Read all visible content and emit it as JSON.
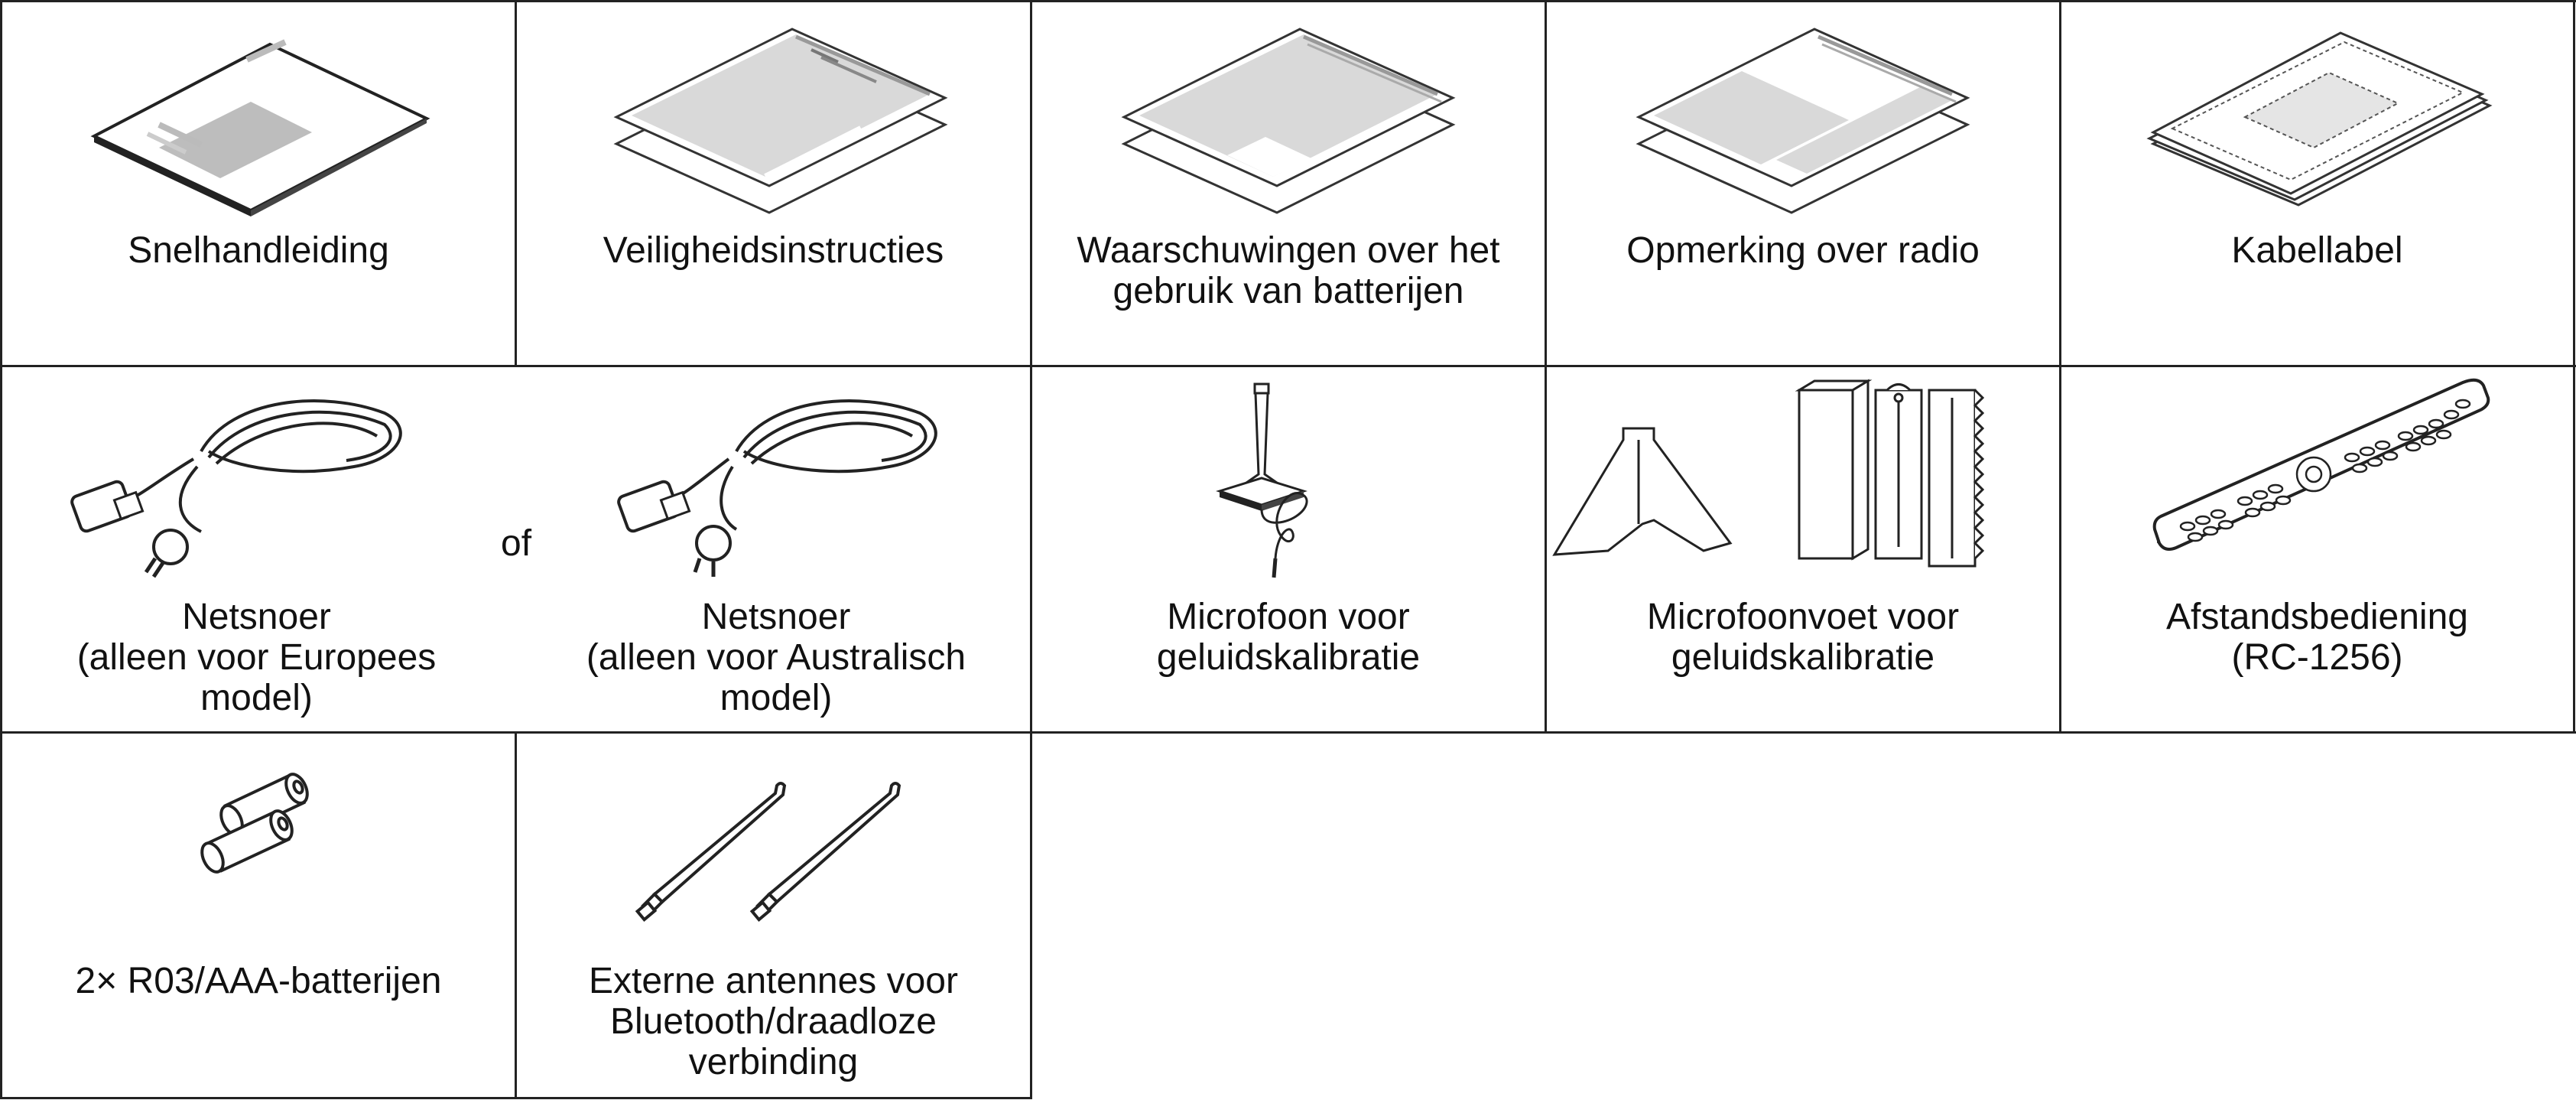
{
  "items": {
    "quick_guide": {
      "label": "Snelhandleiding",
      "icon": "quick-guide-booklet"
    },
    "safety": {
      "label": "Veiligheidsinstructies",
      "icon": "safety-leaflet"
    },
    "battery_warnings": {
      "line1": "Waarschuwingen over het",
      "line2": "gebruik van batterijen",
      "icon": "battery-warning-leaflet"
    },
    "radio_notes": {
      "label": "Opmerking over radio",
      "icon": "radio-notes-leaflet"
    },
    "cable_label": {
      "label": "Kabellabel",
      "icon": "cable-label-sheet"
    },
    "power_cord_eu": {
      "line1": "Netsnoer",
      "line2": "(alleen voor Europees",
      "line3": "model)",
      "icon": "power-cord-eu"
    },
    "separator": "of",
    "power_cord_au": {
      "line1": "Netsnoer",
      "line2": "(alleen voor Australisch",
      "line3": "model)",
      "icon": "power-cord-au"
    },
    "microphone": {
      "line1": "Microfoon voor",
      "line2": "geluidskalibratie",
      "icon": "calibration-microphone"
    },
    "mic_stand": {
      "line1": "Microfoonvoet voor",
      "line2": "geluidskalibratie",
      "icon": "microphone-stand"
    },
    "remote": {
      "line1": "Afstandsbediening",
      "line2": "(RC-1256)",
      "icon": "remote-control"
    },
    "batteries": {
      "label": "2× R03/AAA-batterijen",
      "icon": "aaa-batteries"
    },
    "antennas": {
      "line1": "Externe antennes voor",
      "line2": "Bluetooth/draadloze",
      "line3": "verbinding",
      "icon": "antennas"
    }
  },
  "colors": {
    "border": "#222222",
    "sheet_gray": "#cccccc",
    "dark_gray": "#888888"
  }
}
